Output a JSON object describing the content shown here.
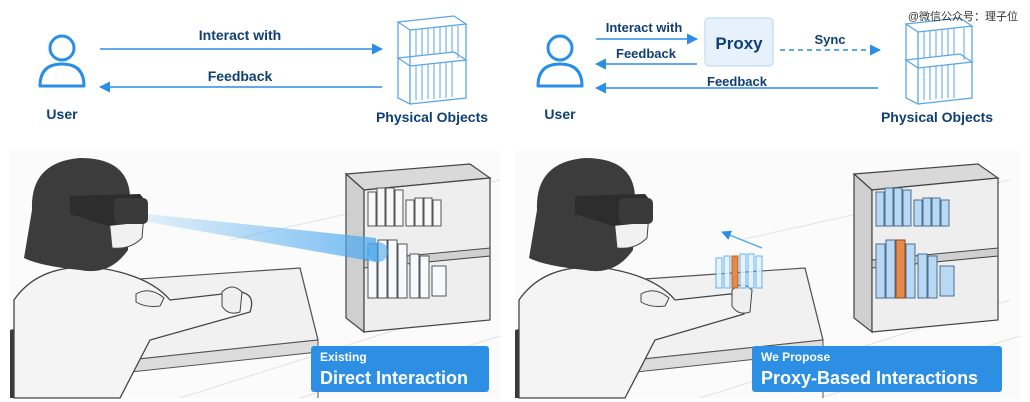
{
  "watermark": "@微信公众号：理子位",
  "left_panel": {
    "user_label": "User",
    "objects_label": "Physical Objects",
    "arrow_top_label": "Interact with",
    "arrow_bottom_label": "Feedback",
    "badge_sub": "Existing",
    "badge_main": "Direct Interaction"
  },
  "right_panel": {
    "user_label": "User",
    "objects_label": "Physical Objects",
    "proxy_label": "Proxy",
    "arrow_interact_label": "Interact with",
    "arrow_feedback_proxy_label": "Feedback",
    "arrow_sync_label": "Sync",
    "arrow_feedback_long_label": "Feedback",
    "badge_sub": "We Propose",
    "badge_main": "Proxy-Based Interactions"
  },
  "colors": {
    "accent_blue": "#2b8ee6",
    "badge_blue": "#2d8fe3",
    "label_navy": "#0f3f73",
    "highlight_orange": "#e8894a",
    "ray_blue": "#4aa8f0"
  }
}
